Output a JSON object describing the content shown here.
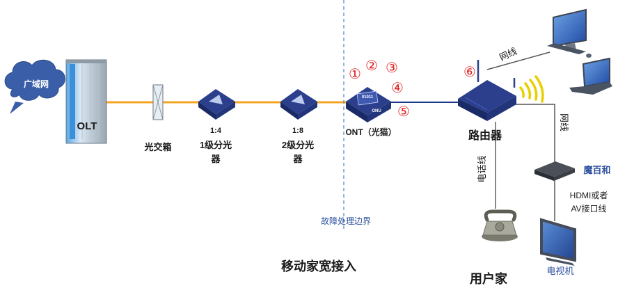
{
  "diagram": {
    "wan_label": "广域网",
    "olt_label": "OLT",
    "cross_box_label": "光交箱",
    "splitter1": {
      "ratio": "1:4",
      "line1": "1级分光",
      "line2": "器"
    },
    "splitter2": {
      "ratio": "1:8",
      "line1": "2级分光",
      "line2": "器"
    },
    "ont_label": "ONT（光猫）",
    "ont_device_text": "01011",
    "ont_onu_text": "ONU",
    "router_label": "路由器",
    "network_cable_1": "网线",
    "network_cable_2": "网线",
    "phone_line": "电话线",
    "stb_label": "魔百和",
    "hdmi_line1": "HDMI或者",
    "hdmi_line2": "AV接口线",
    "tv_label": "电视机",
    "boundary_label": "故障处理边界",
    "footer_left": "移动家宽接入",
    "footer_right": "用户家",
    "markers": [
      "①",
      "②",
      "③",
      "④",
      "⑤",
      "⑥"
    ]
  },
  "colors": {
    "fiber": "#f5a623",
    "copper": "#1f3a8a",
    "boundary": "#4a86c8",
    "marker": "#e02020",
    "cloud": "#3a5fa8",
    "device_blue": "#2b3f8c",
    "wifi": "#e8d000",
    "label_blue": "#2c4f9e"
  }
}
